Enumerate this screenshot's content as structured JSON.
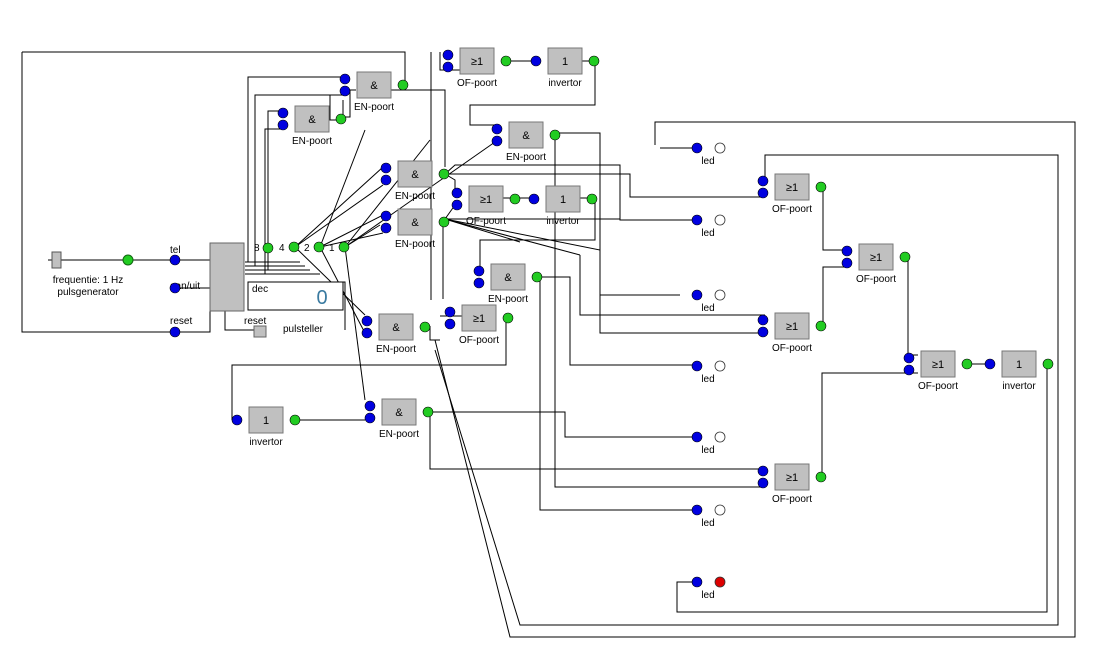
{
  "labels": {
    "en_poort": "EN-poort",
    "of_poort": "OF-poort",
    "invertor": "invertor",
    "led": "led",
    "and_symbol": "&",
    "or_symbol": "≥1",
    "not_symbol": "1"
  },
  "pulsgenerator": {
    "frequency_text": "frequentie:  1 Hz",
    "name": "pulsgenerator"
  },
  "pulsteller": {
    "name": "pulsteller",
    "input_tel": "tel",
    "input_aan_uit": "aan/uit",
    "input_reset": "reset",
    "reset_button_label": "reset",
    "mode": "dec",
    "display_value": "0",
    "outputs": [
      "8",
      "4",
      "2",
      "1"
    ]
  },
  "led_states": [
    "off",
    "off",
    "off",
    "off",
    "off",
    "off",
    "on"
  ],
  "colors": {
    "input_pin": "#0000e0",
    "output_pin": "#22cc22",
    "gate_fill": "#c0c0c0",
    "led_on": "#dd0000",
    "led_off": "#ffffff",
    "display_digit": "#3a7aa0"
  }
}
